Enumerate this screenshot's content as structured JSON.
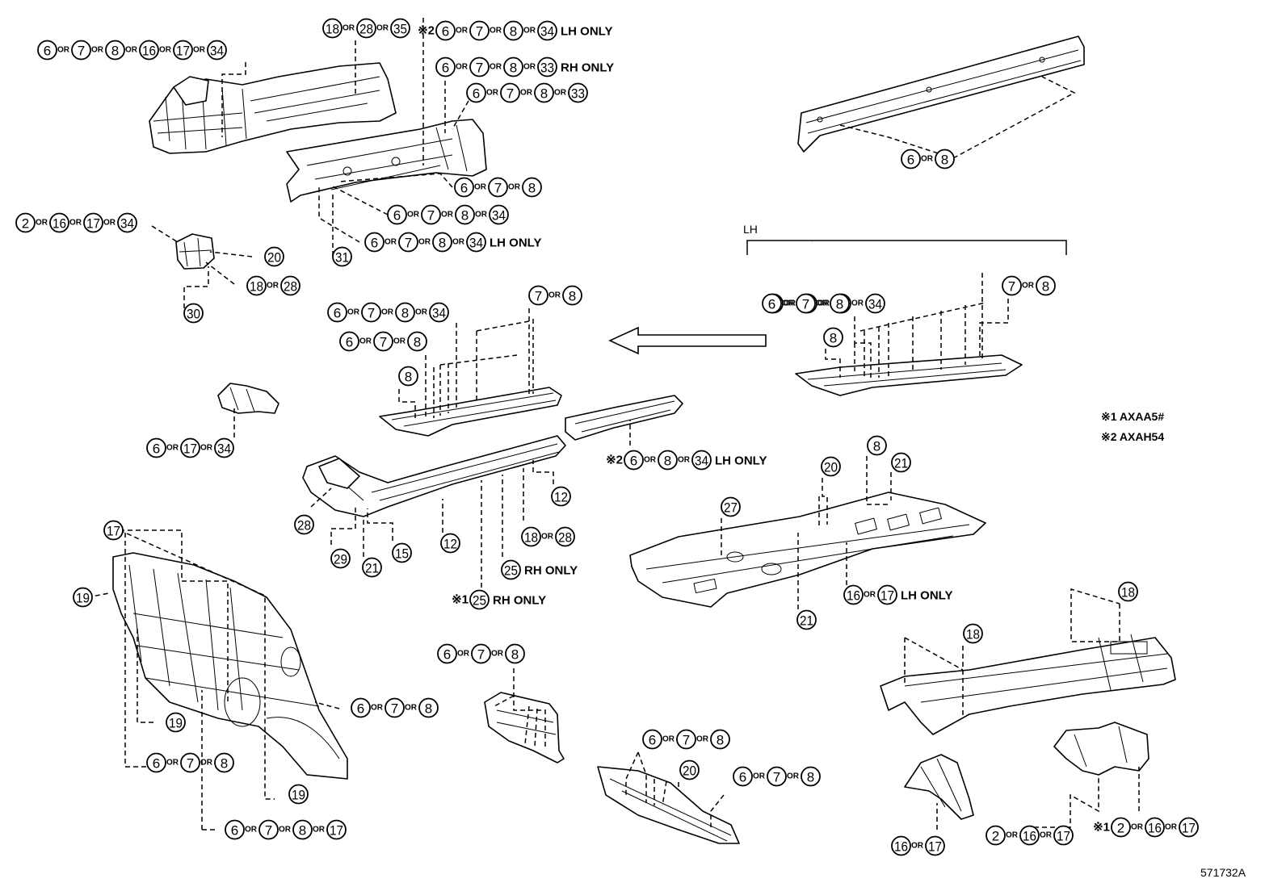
{
  "diagram": {
    "drawing_number": "571732A",
    "or_word": "OR",
    "lh_bracket_label": "LH",
    "notes": [
      "※1 AXAA5#",
      "※2 AXAH54"
    ],
    "callouts": [
      {
        "parts": [
          "6",
          "7",
          "8",
          "16",
          "17",
          "34"
        ],
        "suffix": ""
      },
      {
        "parts": [
          "18",
          "28",
          "35"
        ],
        "suffix": ""
      },
      {
        "parts": [
          "6",
          "7",
          "8",
          "34"
        ],
        "suffix": "LH ONLY",
        "prefix": "※2"
      },
      {
        "parts": [
          "6",
          "7",
          "8",
          "33"
        ],
        "suffix": "RH ONLY"
      },
      {
        "parts": [
          "6",
          "7",
          "8",
          "33"
        ],
        "suffix": ""
      },
      {
        "parts": [
          "6",
          "8"
        ],
        "suffix": ""
      },
      {
        "parts": [
          "6",
          "7",
          "8"
        ],
        "suffix": ""
      },
      {
        "parts": [
          "6",
          "7",
          "8",
          "34"
        ],
        "suffix": ""
      },
      {
        "parts": [
          "6",
          "7",
          "8",
          "34"
        ],
        "suffix": "LH ONLY"
      },
      {
        "parts": [
          "31"
        ],
        "suffix": ""
      },
      {
        "parts": [
          "2",
          "16",
          "17",
          "34"
        ],
        "suffix": ""
      },
      {
        "parts": [
          "20"
        ],
        "suffix": ""
      },
      {
        "parts": [
          "18",
          "28"
        ],
        "suffix": ""
      },
      {
        "parts": [
          "30"
        ],
        "suffix": ""
      },
      {
        "parts": [
          "6",
          "7",
          "8",
          "34"
        ],
        "suffix": ""
      },
      {
        "parts": [
          "7",
          "8"
        ],
        "suffix": ""
      },
      {
        "parts": [
          "6",
          "7",
          "8"
        ],
        "suffix": ""
      },
      {
        "parts": [
          "8"
        ],
        "suffix": ""
      },
      {
        "parts": [
          "6",
          "7",
          "8",
          "34"
        ],
        "suffix": ""
      },
      {
        "parts": [
          "7",
          "8"
        ],
        "suffix": ""
      },
      {
        "parts": [
          "6",
          "7",
          "8"
        ],
        "suffix": ""
      },
      {
        "parts": [
          "8"
        ],
        "suffix": ""
      },
      {
        "parts": [
          "6",
          "17",
          "34"
        ],
        "suffix": ""
      },
      {
        "parts": [
          "6",
          "8",
          "34"
        ],
        "suffix": "LH ONLY",
        "prefix": "※2"
      },
      {
        "parts": [
          "12"
        ],
        "suffix": ""
      },
      {
        "parts": [
          "28"
        ],
        "suffix": ""
      },
      {
        "parts": [
          "12"
        ],
        "suffix": ""
      },
      {
        "parts": [
          "18",
          "28"
        ],
        "suffix": ""
      },
      {
        "parts": [
          "29"
        ],
        "suffix": ""
      },
      {
        "parts": [
          "21"
        ],
        "suffix": ""
      },
      {
        "parts": [
          "15"
        ],
        "suffix": ""
      },
      {
        "parts": [
          "25"
        ],
        "suffix": "RH ONLY"
      },
      {
        "parts": [
          "25"
        ],
        "suffix": "RH ONLY",
        "prefix": "※1"
      },
      {
        "parts": [
          "20"
        ],
        "suffix": ""
      },
      {
        "parts": [
          "8"
        ],
        "suffix": ""
      },
      {
        "parts": [
          "21"
        ],
        "suffix": ""
      },
      {
        "parts": [
          "27"
        ],
        "suffix": ""
      },
      {
        "parts": [
          "16",
          "17"
        ],
        "suffix": "LH ONLY"
      },
      {
        "parts": [
          "21"
        ],
        "suffix": ""
      },
      {
        "parts": [
          "17"
        ],
        "suffix": ""
      },
      {
        "parts": [
          "19"
        ],
        "suffix": ""
      },
      {
        "parts": [
          "19"
        ],
        "suffix": ""
      },
      {
        "parts": [
          "6",
          "7",
          "8"
        ],
        "suffix": ""
      },
      {
        "parts": [
          "6",
          "7",
          "8"
        ],
        "suffix": ""
      },
      {
        "parts": [
          "19"
        ],
        "suffix": ""
      },
      {
        "parts": [
          "6",
          "7",
          "8",
          "17"
        ],
        "suffix": ""
      },
      {
        "parts": [
          "6",
          "7",
          "8"
        ],
        "suffix": ""
      },
      {
        "parts": [
          "6",
          "7",
          "8"
        ],
        "suffix": ""
      },
      {
        "parts": [
          "20"
        ],
        "suffix": ""
      },
      {
        "parts": [
          "6",
          "7",
          "8"
        ],
        "suffix": ""
      },
      {
        "parts": [
          "18"
        ],
        "suffix": ""
      },
      {
        "parts": [
          "18"
        ],
        "suffix": ""
      },
      {
        "parts": [
          "16",
          "17"
        ],
        "suffix": ""
      },
      {
        "parts": [
          "2",
          "16",
          "17"
        ],
        "suffix": ""
      },
      {
        "parts": [
          "2",
          "16",
          "17"
        ],
        "suffix": "",
        "prefix": "※1"
      }
    ]
  }
}
